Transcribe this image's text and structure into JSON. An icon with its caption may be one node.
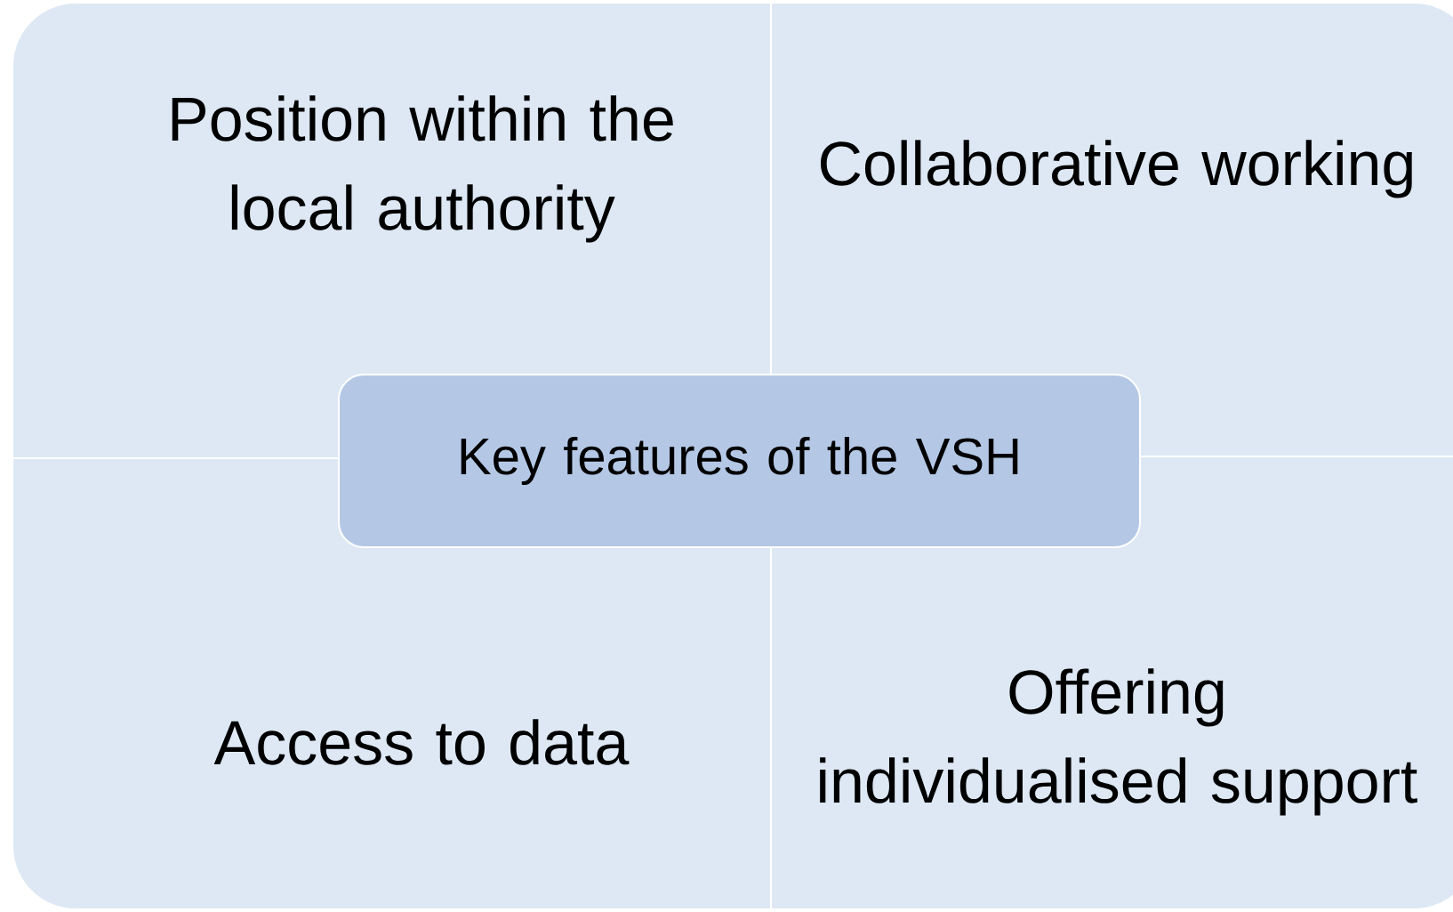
{
  "diagram": {
    "nodes": [
      {
        "text": [
          "Position within the local authority"
        ]
      },
      {
        "text": [
          "Collaborative working"
        ]
      },
      {
        "text": [
          "Key features of the VSH"
        ]
      },
      {
        "text": [
          "Access to data"
        ]
      },
      {
        "text": [
          "Offering individualised support"
        ]
      }
    ]
  }
}
